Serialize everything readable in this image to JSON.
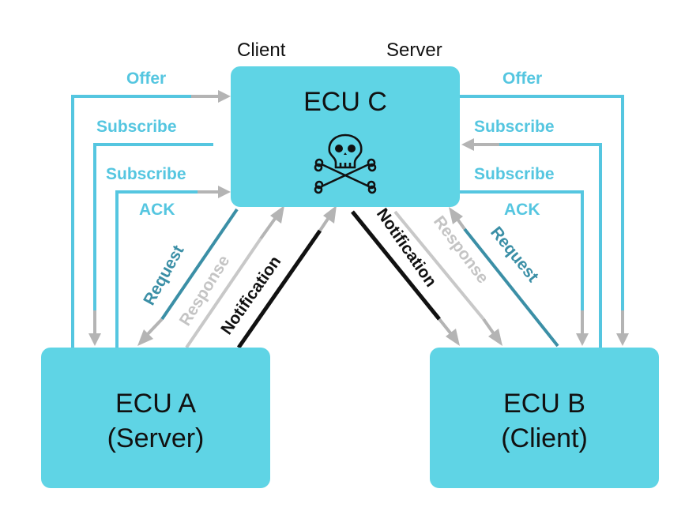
{
  "labels": {
    "client_role": "Client",
    "server_role": "Server"
  },
  "ecu_c": {
    "title": "ECU C",
    "icon": "skull-crossbones"
  },
  "ecu_a": {
    "line1": "ECU A",
    "line2": "(Server)"
  },
  "ecu_b": {
    "line1": "ECU B",
    "line2": "(Client)"
  },
  "left_messages": {
    "offer": "Offer",
    "subscribe": "Subscribe",
    "subscribe_ack_1": "Subscribe",
    "subscribe_ack_2": "ACK",
    "request": "Request",
    "response": "Response",
    "notification": "Notification"
  },
  "right_messages": {
    "offer": "Offer",
    "subscribe": "Subscribe",
    "subscribe_ack_1": "Subscribe",
    "subscribe_ack_2": "ACK",
    "request": "Request",
    "response": "Response",
    "notification": "Notification"
  },
  "colors": {
    "box": "#5fd4e5",
    "message_text": "#55c6e0",
    "request": "#3b8fa6",
    "response": "#c4c4c4",
    "notification": "#111111",
    "arrow": "#b4b4b4"
  }
}
